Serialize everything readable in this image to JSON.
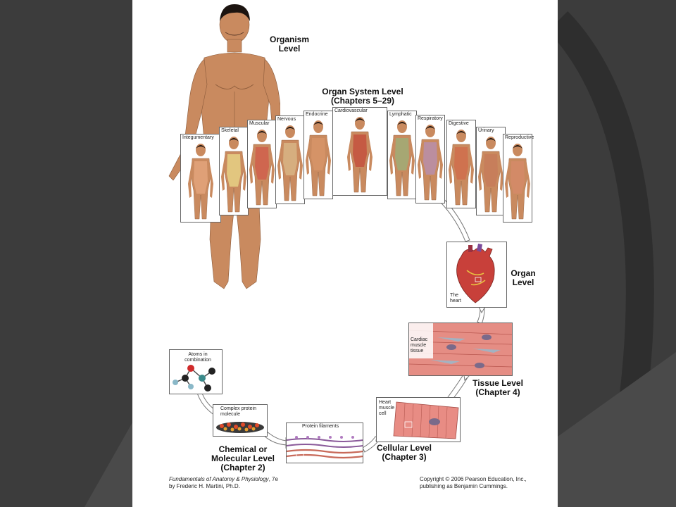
{
  "levels": {
    "organism": {
      "line1": "Organism",
      "line2": "Level"
    },
    "organ_system": {
      "line1": "Organ System Level",
      "line2": "(Chapters 5–29)"
    },
    "organ": {
      "line1": "Organ",
      "line2": "Level"
    },
    "tissue": {
      "line1": "Tissue Level",
      "line2": "(Chapter 4)"
    },
    "cellular": {
      "line1": "Cellular Level",
      "line2": "(Chapter 3)"
    },
    "chemical": {
      "line1": "Chemical or",
      "line2": "Molecular Level",
      "line3": "(Chapter 2)"
    }
  },
  "systems": [
    {
      "label": "Integumentary",
      "color": "#e6a77f"
    },
    {
      "label": "Skeletal",
      "color": "#e9d98a"
    },
    {
      "label": "Muscular",
      "color": "#d05a4a"
    },
    {
      "label": "Nervous",
      "color": "#d9b98a"
    },
    {
      "label": "Endocrine",
      "color": "#d8956a"
    },
    {
      "label": "Cardiovascular",
      "color": "#c34a3a"
    },
    {
      "label": "Lymphatic",
      "color": "#9ab07a"
    },
    {
      "label": "Respiratory",
      "color": "#b58fb4"
    },
    {
      "label": "Digestive",
      "color": "#d06a4a"
    },
    {
      "label": "Urinary",
      "color": "#c67a5a"
    },
    {
      "label": "Reproductive",
      "color": "#d68a6a"
    }
  ],
  "insets": {
    "heart": "The heart",
    "cardiac_tissue": "Cardiac muscle tissue",
    "heart_cell": "Heart muscle cell",
    "protein_filaments": "Protein filaments",
    "complex_protein": "Complex protein molecule",
    "atoms": "Atoms in combination"
  },
  "footer": {
    "book_title": "Fundamentals of Anatomy & Physiology",
    "edition": ", 7e",
    "author": "by Frederic H. Martini, Ph.D.",
    "copyright": "Copyright © 2006 Pearson Education, Inc.,",
    "publisher": "publishing as Benjamin Cummings."
  },
  "colors": {
    "skin": "#c98a5f",
    "skin_dark": "#a8694a",
    "hair": "#1c1410",
    "heart": "#c8403a",
    "muscle_tissue": "#e08a80",
    "arrow": "#ffffff",
    "background": "#3c3c3c"
  }
}
